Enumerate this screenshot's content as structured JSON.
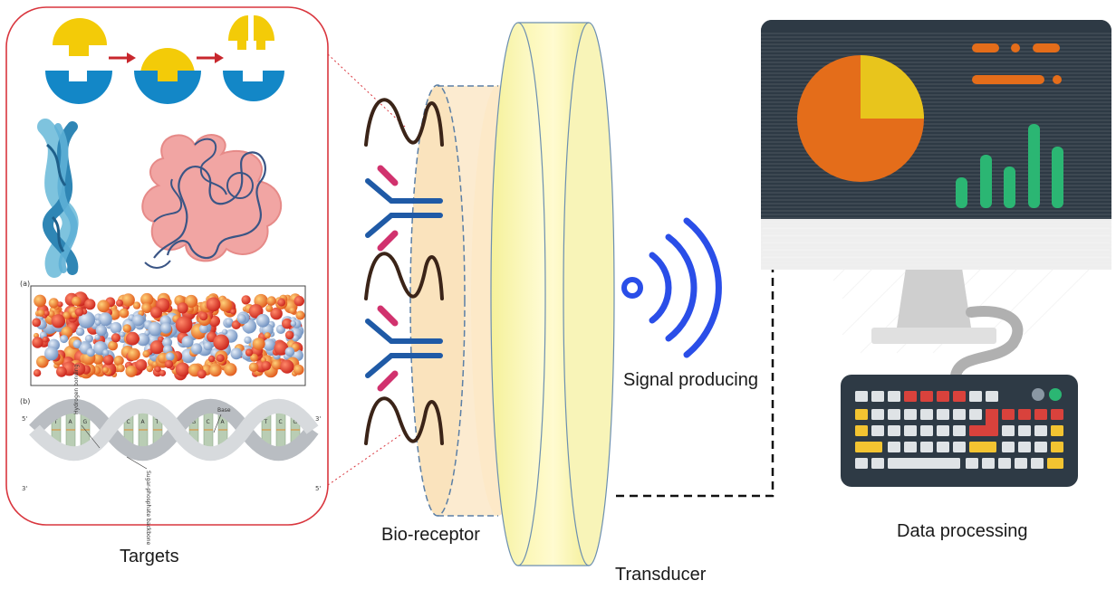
{
  "labels": {
    "targets": "Targets",
    "bio_receptor": "Bio-receptor",
    "transducer": "Transducer",
    "signal": "Signal producing",
    "data_processing": "Data processing"
  },
  "panel_labels": {
    "a": "(a)",
    "b": "(b)"
  },
  "dna_annotations": {
    "hydrogen_bonding": "Hydrogen bonding",
    "base": "Base",
    "backbone": "Sugar-phosphate backbone",
    "end_5": "5'",
    "end_3": "3'"
  },
  "dna_bases": [
    "T",
    "A",
    "G",
    "C",
    "A",
    "T",
    "G",
    "C",
    "A",
    "T",
    "C",
    "G"
  ],
  "colors": {
    "panel_border": "#d9363e",
    "receptor_blue": "#1f5aa6",
    "receptor_magenta": "#d1326e",
    "strand": "#3b2418",
    "signal_blue": "#2a4ee8",
    "monitor": "#2e3a45",
    "pie_orange": "#e46d1a",
    "pie_yellow": "#e8c51c",
    "bars_green": "#2bb673",
    "key_red": "#d9423c",
    "key_yellow": "#f3c431"
  }
}
